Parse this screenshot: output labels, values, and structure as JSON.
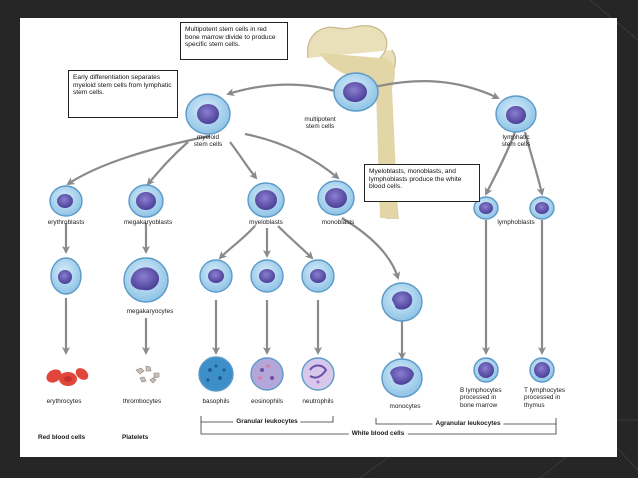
{
  "colors": {
    "background": "#262626",
    "panel": "#ffffff",
    "cell": "#a9d4ee",
    "cell_edge": "#5b9bc9",
    "nucleus": "#5a4ea8",
    "arrow": "#8a8a8a",
    "bone": "#e9dfb8",
    "rbc": "#e0463a"
  },
  "boxes": {
    "multipotent_note": "Multipotent stem cells in red bone marrow divide to produce specific stem cells.",
    "early_diff_note": "Early differentiation separates myeloid stem cells from lymphatic stem cells.",
    "myeloblasts_note": "Myeloblasts, monoblasts, and lymphoblasts produce the white blood cells."
  },
  "labels": {
    "myeloid_stem": "myeloid\nstem cells",
    "multipotent_stem": "multipotent\nstem cells",
    "lymphatic_stem": "lymphatic\nstem cells",
    "erythroblasts": "erythroblasts",
    "megakaryoblasts": "megakaryoblasts",
    "myeloblasts": "myeloblasts",
    "monoblasts": "monoblasts",
    "lymphoblasts": "lymphoblasts",
    "megakaryocytes": "megakaryocytes",
    "erythrocytes": "erythrocytes",
    "thrombocytes": "thrombocytes",
    "basophils": "basophils",
    "eosinophils": "eosinophils",
    "neutrophils": "neutrophils",
    "monocytes": "monocytes",
    "b_lymphocytes": "B lymphocytes\nprocessed in\nbone marrow",
    "t_lymphocytes": "T lymphocytes\nprocessed in\nthymus",
    "granular_leukocytes": "Granular leukocytes",
    "agranular_leukocytes": "Agranular leukocytes",
    "red_blood_cells": "Red blood cells",
    "platelets": "Platelets",
    "white_blood_cells": "White blood cells"
  }
}
